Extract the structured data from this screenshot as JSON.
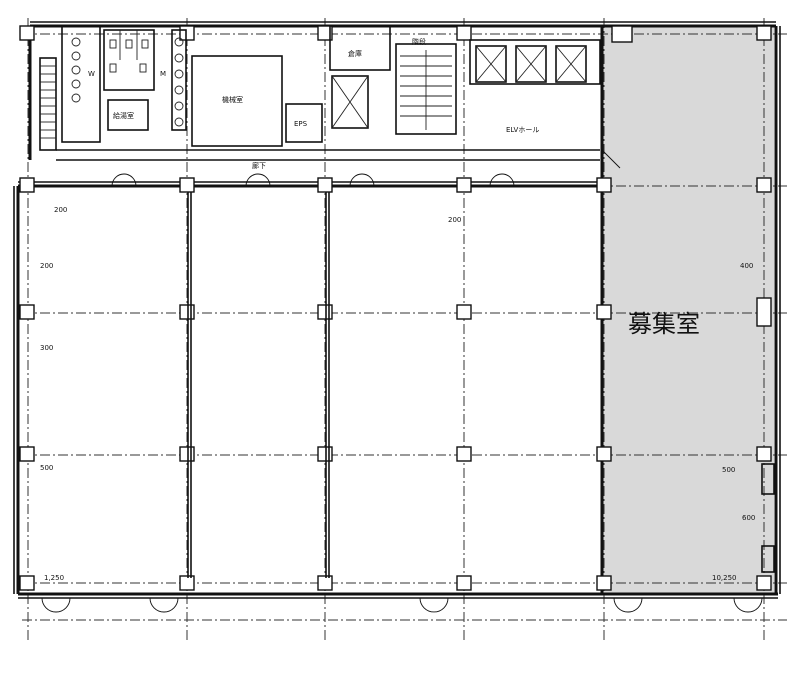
{
  "plan": {
    "vacancy_label": "募集室",
    "elevator_hall_label": "ELVホール",
    "eps_label": "EPS",
    "room_labels": {
      "kitchen": "給湯室",
      "machine_room": "機械室",
      "corridor": "廊下",
      "storage": "倉庫",
      "stairs_hall": "階段",
      "women_wc": "W",
      "men_wc": "M"
    },
    "dimension_labels": {
      "top_1": "200",
      "top_2": "200",
      "right_1": "400",
      "right_2": "500",
      "right_3": "600",
      "left_1": "200",
      "left_2": "300",
      "left_3": "500",
      "left_bottom": "1,250",
      "right_bottom": "10,250"
    },
    "highlight_color": "#d9d9d9"
  }
}
